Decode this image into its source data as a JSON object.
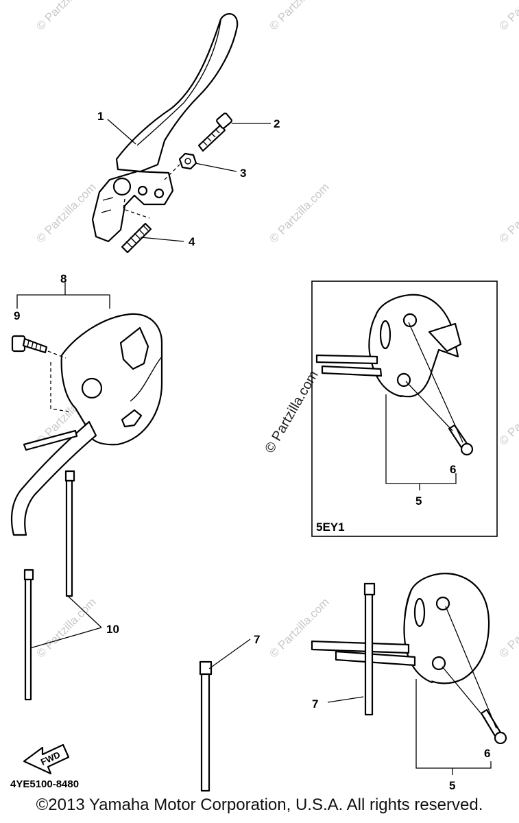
{
  "diagram": {
    "callouts": {
      "c1": "1",
      "c2": "2",
      "c3": "3",
      "c4": "4",
      "c5_inset": "5",
      "c5_main": "5",
      "c6_inset": "6",
      "c6_main": "6",
      "c7_left": "7",
      "c7_right": "7",
      "c8": "8",
      "c9": "9",
      "c10": "10"
    },
    "inset_label": "5EY1",
    "diagram_code": "4YE5100-8480",
    "fwd_label": "FWD",
    "watermark": "© Partzilla.com"
  },
  "footer": {
    "copyright": "©2013 Yamaha Motor Corporation, U.S.A. All rights reserved."
  }
}
